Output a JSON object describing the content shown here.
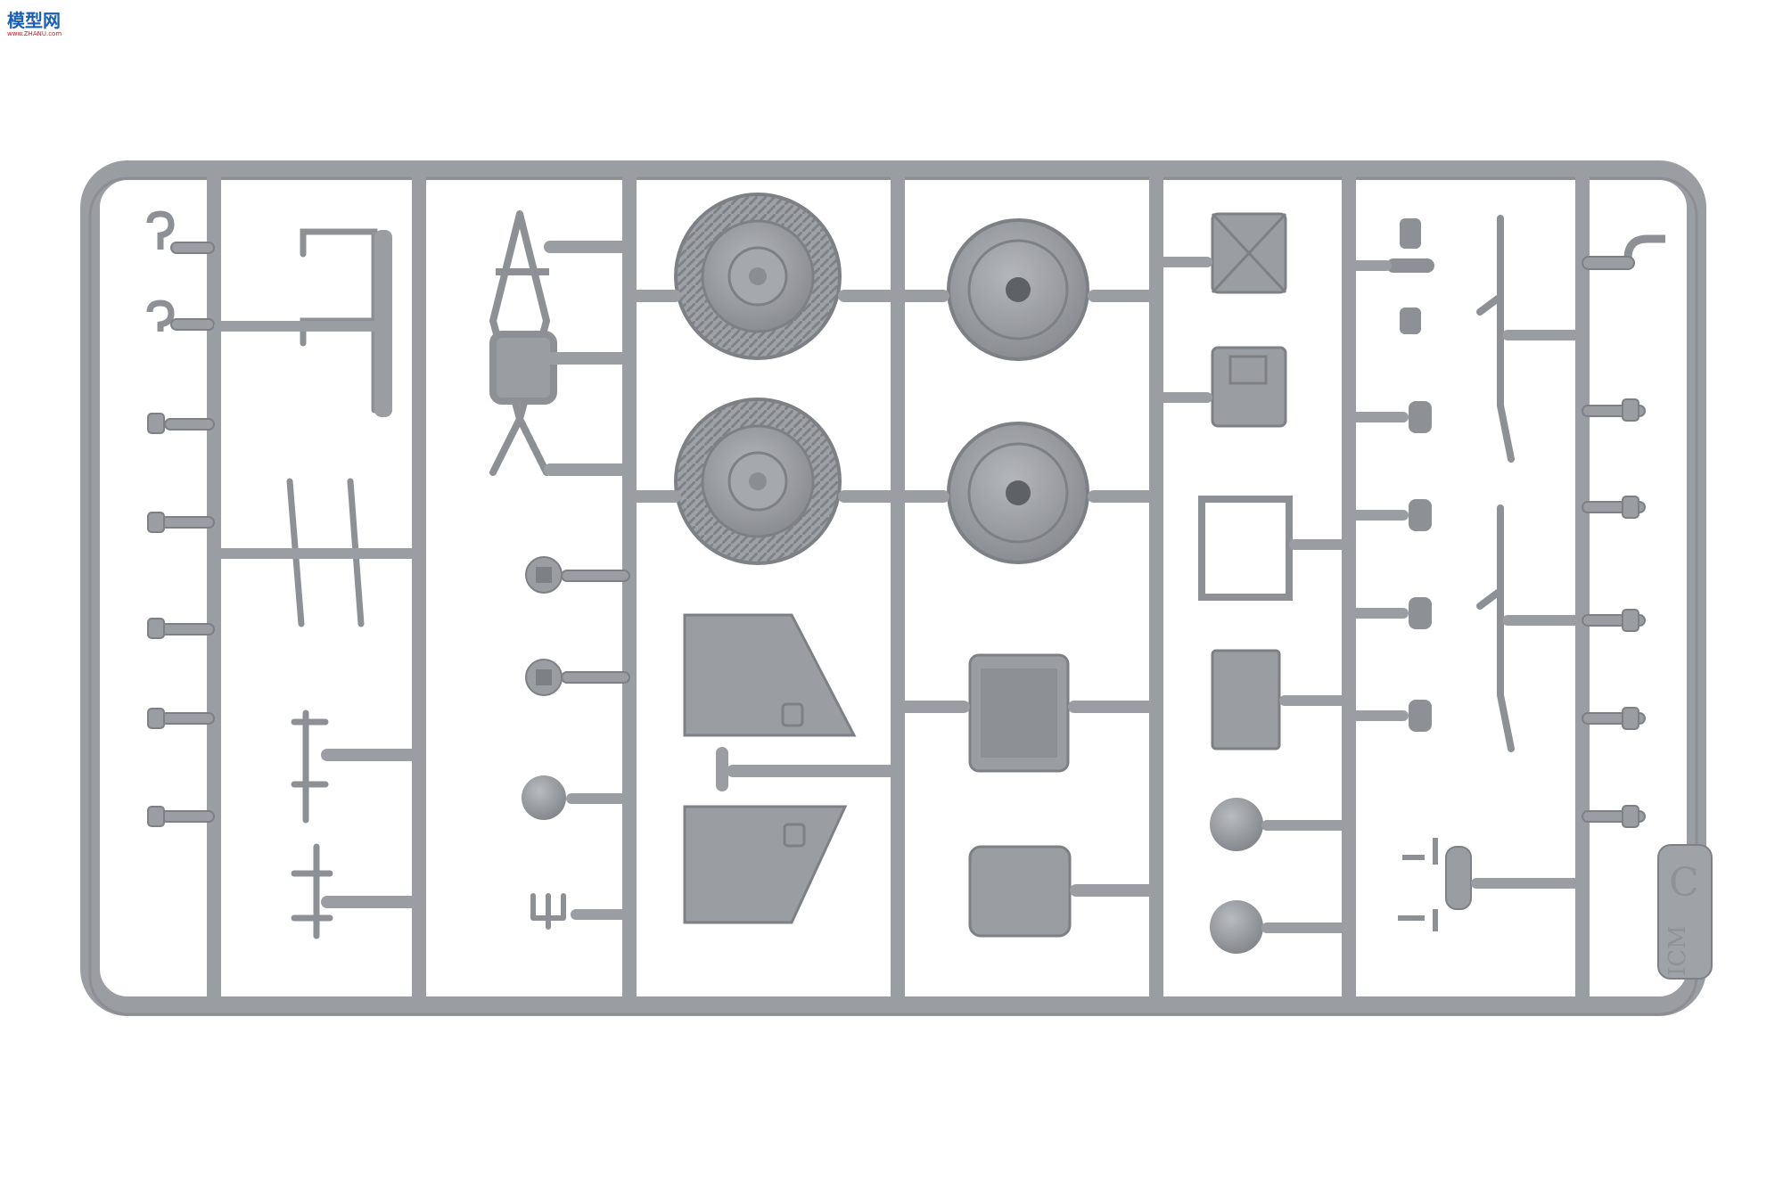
{
  "watermark": {
    "main": "模型网",
    "sub": "www.ZHANU.com"
  },
  "sprue": {
    "brand": "ICM",
    "letter": "C",
    "color": "#9a9da2",
    "shadow": "#7d8085",
    "highlight": "#b9bcc0"
  }
}
